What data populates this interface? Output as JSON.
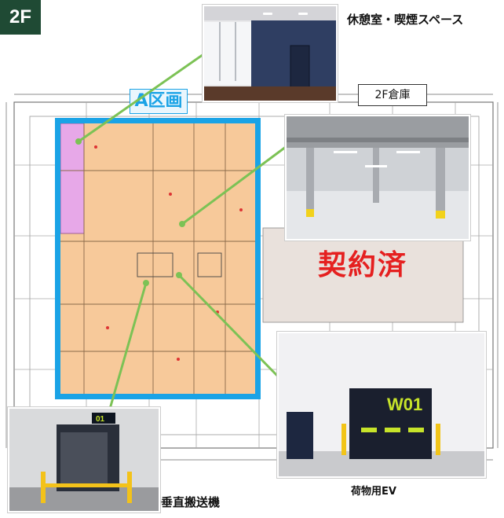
{
  "floor_badge": "2F",
  "captions": {
    "lounge": "休憩室・喫煙スペース",
    "warehouse": "2F倉庫",
    "zone_a": "A区画",
    "contracted": "契約済",
    "freight_elevator": "荷物用EV",
    "vertical_conveyor": "垂直搬送機"
  },
  "elevator_sign": "W01",
  "conveyor_sign": "01",
  "colors": {
    "badge": "#1f4a34",
    "zone_border": "#1aa3e6",
    "zone_fill": "#f7c99a",
    "contracted_text": "#e52020",
    "leader_line": "#7cc255",
    "office_fill": "#e7a8e8"
  }
}
